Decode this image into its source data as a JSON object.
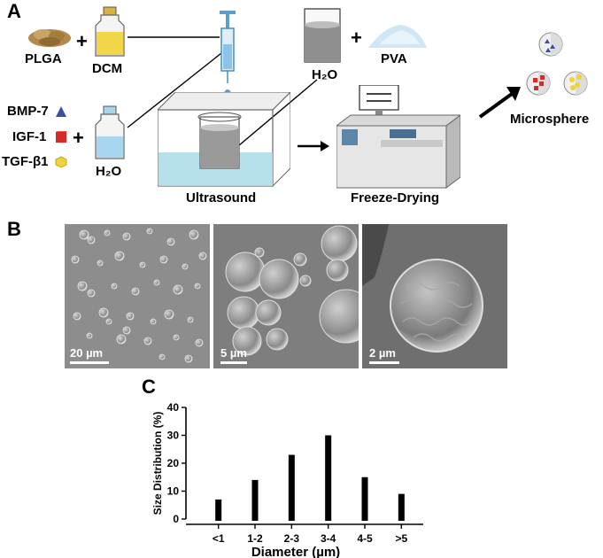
{
  "panels": {
    "a": "A",
    "b": "B",
    "c": "C"
  },
  "panel_a": {
    "plga": "PLGA",
    "plus": "+",
    "dcm": "DCM",
    "bmp7": "BMP-7",
    "igf1": "IGF-1",
    "tgfb1": "TGF-β1",
    "h2o": "H₂O",
    "pva": "PVA",
    "ultrasound": "Ultrasound",
    "freeze_drying": "Freeze-Drying",
    "microsphere": "Microsphere"
  },
  "panel_b": {
    "scale1": "20 µm",
    "scale2": "5 µm",
    "scale3": "2 µm"
  },
  "chart_data": {
    "type": "bar",
    "categories": [
      "<1",
      "1-2",
      "2-3",
      "3-4",
      "4-5",
      ">5"
    ],
    "values": [
      7,
      14,
      23,
      30,
      15,
      9
    ],
    "xlabel": "Diameter (µm)",
    "ylabel": "Size Distribution (%)",
    "ylim": [
      0,
      40
    ],
    "yticks": [
      0,
      10,
      20,
      30,
      40
    ],
    "grid": false
  }
}
